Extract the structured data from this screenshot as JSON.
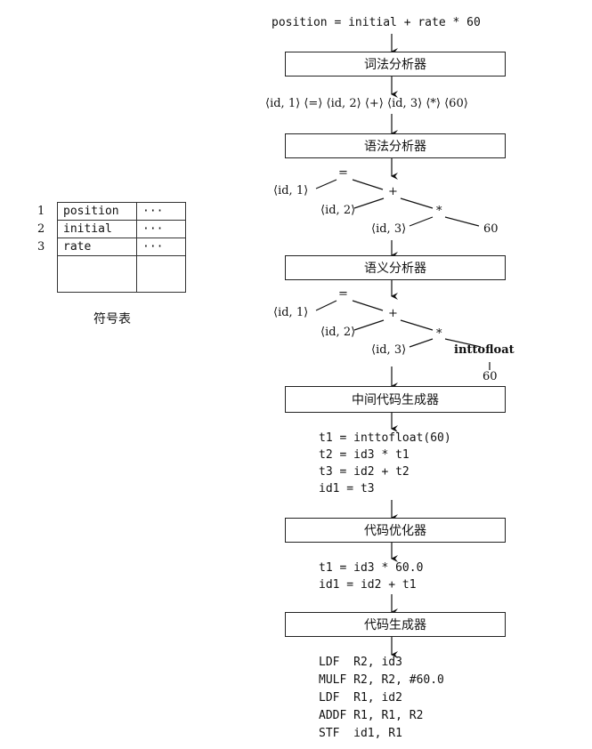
{
  "source": "position = initial + rate * 60",
  "phases": {
    "lexer": "词法分析器",
    "parser": "语法分析器",
    "semantic": "语义分析器",
    "intermediate": "中间代码生成器",
    "optimizer": "代码优化器",
    "codegen": "代码生成器"
  },
  "tokens": [
    "⟨id, 1⟩",
    "⟨=⟩",
    "⟨id, 2⟩",
    "⟨+⟩",
    "⟨id, 3⟩",
    "⟨*⟩",
    "⟨60⟩"
  ],
  "syntax_tree": {
    "assign": "=",
    "id1": "⟨id, 1⟩",
    "plus": "+",
    "id2": "⟨id, 2⟩",
    "times": "*",
    "id3": "⟨id, 3⟩",
    "num": "60"
  },
  "semantic_tree": {
    "assign": "=",
    "id1": "⟨id, 1⟩",
    "plus": "+",
    "id2": "⟨id, 2⟩",
    "times": "*",
    "id3": "⟨id, 3⟩",
    "conv": "inttofloat",
    "num": "60"
  },
  "intermediate_code": [
    "t1 = inttofloat(60)",
    "t2 = id3 * t1",
    "t3 = id2 + t2",
    "id1 = t3"
  ],
  "optimized_code": [
    "t1 = id3 * 60.0",
    "id1 = id2 + t1"
  ],
  "target_code": [
    "LDF  R2, id3",
    "MULF R2, R2, #60.0",
    "LDF  R1, id2",
    "ADDF R1, R1, R2",
    "STF  id1, R1"
  ],
  "symbol_table": {
    "rows": [
      {
        "num": "1",
        "name": "position",
        "attr": "···"
      },
      {
        "num": "2",
        "name": "initial",
        "attr": "···"
      },
      {
        "num": "3",
        "name": "rate",
        "attr": "···"
      }
    ],
    "caption": "符号表"
  }
}
